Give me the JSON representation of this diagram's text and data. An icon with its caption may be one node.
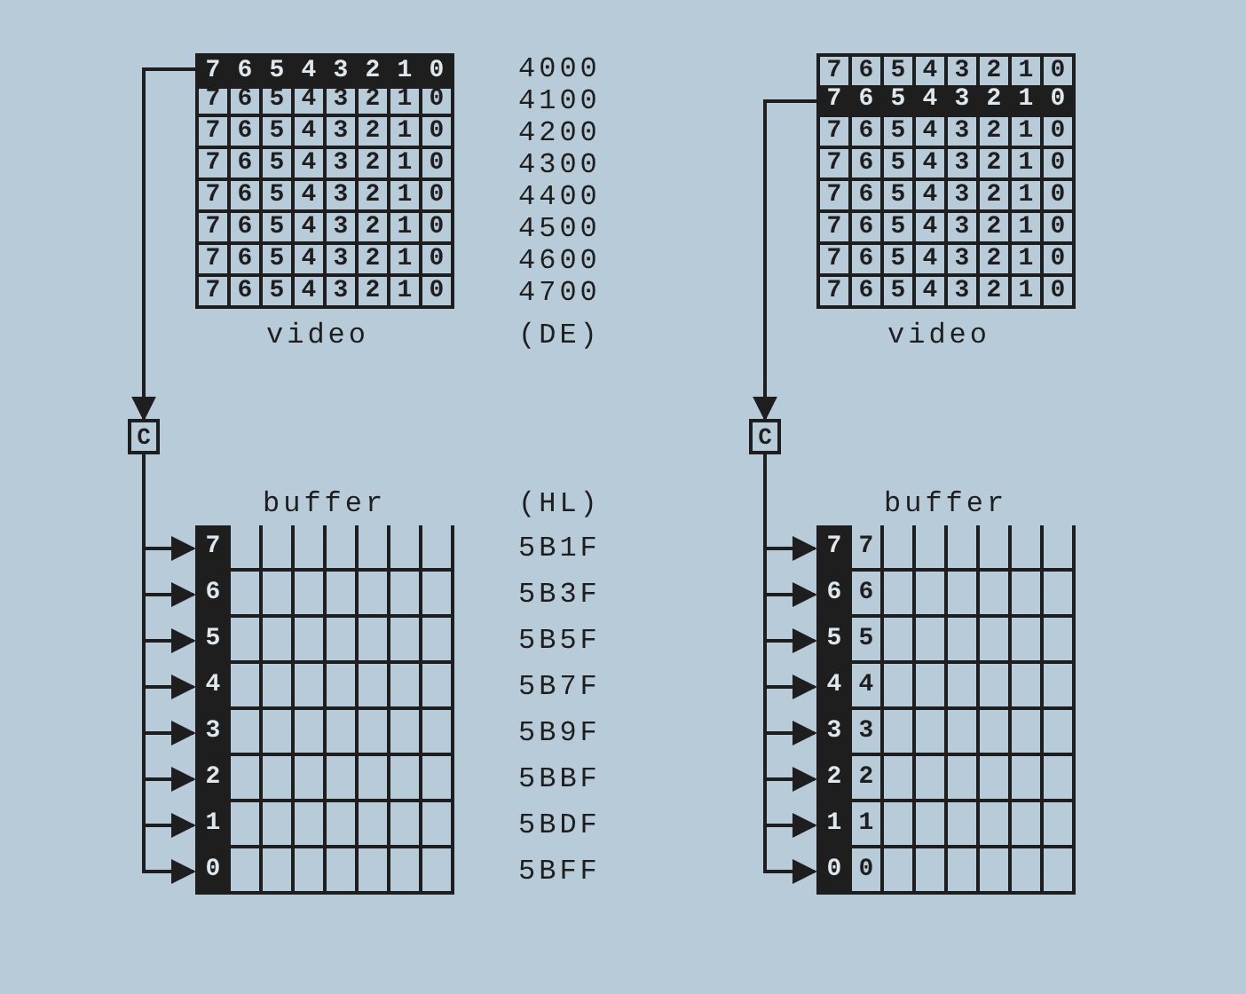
{
  "diagram": {
    "nodes": [
      {
        "text": [
          "7",
          "6",
          "5",
          "4",
          "3",
          "2",
          "1",
          "0"
        ]
      },
      {
        "text": [
          "7",
          "6",
          "5",
          "4",
          "3",
          "2",
          "1",
          "0"
        ]
      },
      {
        "text": [
          "7",
          "6",
          "5",
          "4",
          "3",
          "2",
          "1",
          "0"
        ]
      },
      {
        "text": [
          "7",
          "6",
          "5",
          "4",
          "3",
          "2",
          "1",
          "0"
        ]
      },
      {
        "text": [
          "7",
          "6",
          "5",
          "4",
          "3",
          "2",
          "1",
          "0"
        ]
      },
      {
        "text": [
          "7",
          "6",
          "5",
          "4",
          "3",
          "2",
          "1",
          "0"
        ]
      },
      {
        "text": [
          "7",
          "6",
          "5",
          "4",
          "3",
          "2",
          "1",
          "0"
        ]
      },
      {
        "text": [
          "7",
          "6",
          "5",
          "4",
          "3",
          "2",
          "1",
          "0"
        ]
      },
      {
        "text": [
          "C"
        ]
      },
      {
        "text": [
          "7"
        ]
      },
      {
        "text": [
          "6"
        ]
      },
      {
        "text": [
          "5"
        ]
      },
      {
        "text": [
          "4"
        ]
      },
      {
        "text": [
          "3"
        ]
      },
      {
        "text": [
          "2"
        ]
      },
      {
        "text": [
          "1"
        ]
      },
      {
        "text": [
          "0"
        ]
      },
      {
        "text": [
          "7",
          "6",
          "5",
          "4",
          "3",
          "2",
          "1",
          "0"
        ]
      },
      {
        "text": [
          "7",
          "6",
          "5",
          "4",
          "3",
          "2",
          "1",
          "0"
        ]
      },
      {
        "text": [
          "7",
          "6",
          "5",
          "4",
          "3",
          "2",
          "1",
          "0"
        ]
      },
      {
        "text": [
          "7",
          "6",
          "5",
          "4",
          "3",
          "2",
          "1",
          "0"
        ]
      },
      {
        "text": [
          "7",
          "6",
          "5",
          "4",
          "3",
          "2",
          "1",
          "0"
        ]
      },
      {
        "text": [
          "7",
          "6",
          "5",
          "4",
          "3",
          "2",
          "1",
          "0"
        ]
      },
      {
        "text": [
          "7",
          "6",
          "5",
          "4",
          "3",
          "2",
          "1",
          "0"
        ]
      },
      {
        "text": [
          "7",
          "6",
          "5",
          "4",
          "3",
          "2",
          "1",
          "0"
        ]
      },
      {
        "text": [
          "C"
        ]
      },
      {
        "text": [
          "7",
          "7"
        ]
      },
      {
        "text": [
          "6",
          "6"
        ]
      },
      {
        "text": [
          "5",
          "5"
        ]
      },
      {
        "text": [
          "4",
          "4"
        ]
      },
      {
        "text": [
          "3",
          "3"
        ]
      },
      {
        "text": [
          "2",
          "2"
        ]
      },
      {
        "text": [
          "1",
          "1"
        ]
      },
      {
        "text": [
          "0",
          "0"
        ]
      }
    ],
    "edges": [
      {
        "from": 0,
        "to": 8,
        "arrow": "to"
      },
      {
        "from": 8,
        "to": 9,
        "arrow": "to"
      },
      {
        "from": 8,
        "to": 10,
        "arrow": "to"
      },
      {
        "from": 8,
        "to": 11,
        "arrow": "to"
      },
      {
        "from": 8,
        "to": 12,
        "arrow": "to"
      },
      {
        "from": 8,
        "to": 13,
        "arrow": "to"
      },
      {
        "from": 8,
        "to": 14,
        "arrow": "to"
      },
      {
        "from": 8,
        "to": 15,
        "arrow": "to"
      },
      {
        "from": 8,
        "to": 16,
        "arrow": "to"
      },
      {
        "from": 18,
        "to": 25,
        "arrow": "to"
      },
      {
        "from": 25,
        "to": 26,
        "arrow": "to"
      },
      {
        "from": 25,
        "to": 27,
        "arrow": "to"
      },
      {
        "from": 25,
        "to": 28,
        "arrow": "to"
      },
      {
        "from": 25,
        "to": 29,
        "arrow": "to"
      },
      {
        "from": 25,
        "to": 30,
        "arrow": "to"
      },
      {
        "from": 25,
        "to": 31,
        "arrow": "to"
      },
      {
        "from": 25,
        "to": 32,
        "arrow": "to"
      },
      {
        "from": 25,
        "to": 33,
        "arrow": "to"
      }
    ],
    "labels": [
      "4000",
      "4100",
      "4200",
      "4300",
      "4400",
      "4500",
      "4600",
      "4700",
      "video",
      "(DE)",
      "buffer",
      "(HL)",
      "5B1F",
      "5B3F",
      "5B5F",
      "5B7F",
      "5B9F",
      "5BBF",
      "5BDF",
      "5BFF",
      "video",
      "buffer"
    ]
  }
}
